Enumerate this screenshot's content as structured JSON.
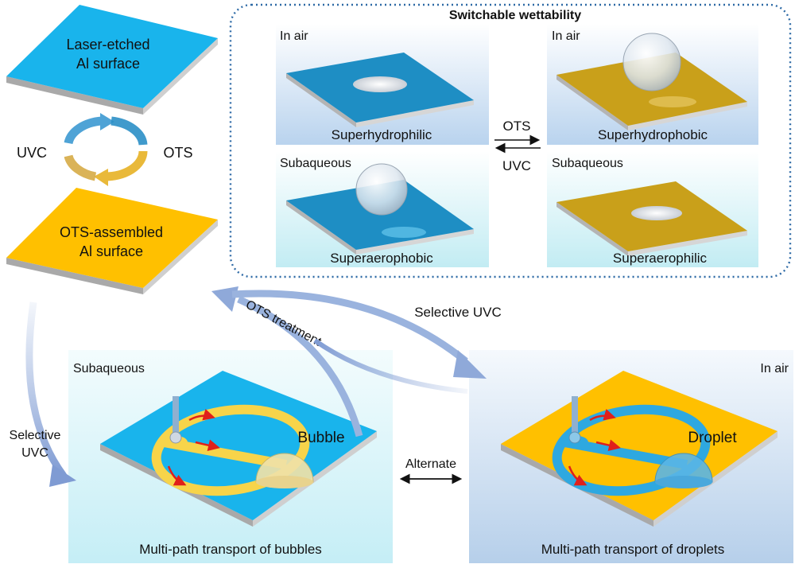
{
  "colors": {
    "blue_surface": "#19b4ec",
    "yellow_surface": "#ffc000",
    "dark_blue_surface": "#1e8ec4",
    "dark_gold_surface": "#c9a01a",
    "arrow_blue": "#8fa9d9",
    "frame_dotted": "#2e6aa6"
  },
  "left": {
    "top_plate": [
      "Laser-etched",
      "Al surface"
    ],
    "bottom_plate": [
      "OTS-assembled",
      "Al surface"
    ],
    "cycle_left": "UVC",
    "cycle_right": "OTS"
  },
  "switch": {
    "title": "Switchable wettability",
    "panels": [
      {
        "env": "In air",
        "label": "Superhydrophilic"
      },
      {
        "env": "In air",
        "label": "Superhydrophobic"
      },
      {
        "env": "Subaqueous",
        "label": "Superaerophobic"
      },
      {
        "env": "Subaqueous",
        "label": "Superaerophilic"
      }
    ],
    "arrow_top": "OTS",
    "arrow_bottom": "UVC"
  },
  "flow": {
    "ots_treatment": "OTS treatment",
    "selective_uvc_top": "Selective UVC",
    "selective_uvc_left": [
      "Selective",
      "UVC"
    ],
    "alternate": "Alternate"
  },
  "bottom_panels": [
    {
      "env": "Subaqueous",
      "object": "Bubble",
      "caption": "Multi-path transport of bubbles"
    },
    {
      "env": "In air",
      "object": "Droplet",
      "caption": "Multi-path transport of droplets"
    }
  ]
}
